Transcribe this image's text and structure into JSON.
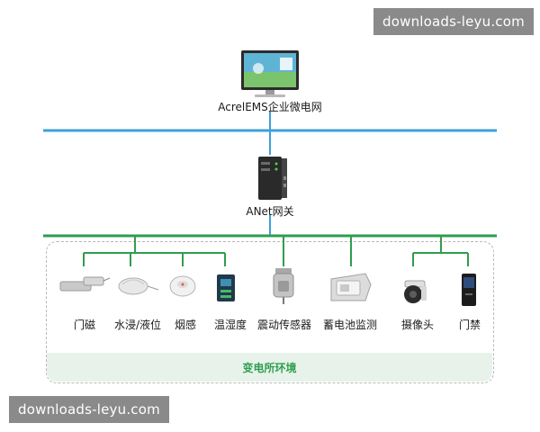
{
  "watermark_top": "downloads-leyu.com",
  "watermark_bottom": "downloads-leyu.com",
  "top_node": {
    "label": "AcrelEMS企业微电网",
    "icon": "monitor-icon"
  },
  "gateway": {
    "label": "ANet网关",
    "icon": "gateway-device-icon"
  },
  "environment": {
    "label": "变电所环境"
  },
  "devices": [
    {
      "label": "门磁",
      "icon": "door-magnet-icon"
    },
    {
      "label": "水浸/液位",
      "icon": "water-leak-sensor-icon"
    },
    {
      "label": "烟感",
      "icon": "smoke-detector-icon"
    },
    {
      "label": "温湿度",
      "icon": "temp-humidity-sensor-icon"
    },
    {
      "label": "震动传感器",
      "icon": "vibration-sensor-icon"
    },
    {
      "label": "蓄电池监测",
      "icon": "battery-monitor-icon"
    },
    {
      "label": "摄像头",
      "icon": "camera-icon"
    },
    {
      "label": "门禁",
      "icon": "access-control-icon"
    }
  ],
  "colors": {
    "blue_bus": "#3ea0d8",
    "green_bus": "#2e9e4f",
    "env_band": "#e7f3ea"
  }
}
